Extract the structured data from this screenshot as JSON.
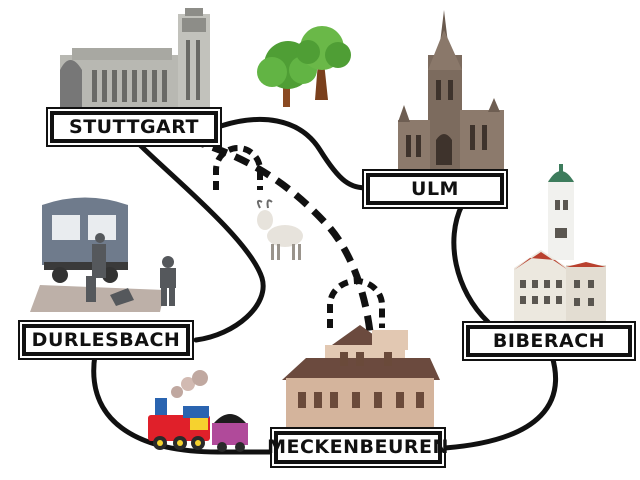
{
  "stations": {
    "stuttgart": "STUTTGART",
    "ulm": "ULM",
    "durlesbach": "DURLESBACH",
    "biberach": "BIBERACH",
    "meckenbeuren": "MECKENBEUREN"
  },
  "icons": [
    "trees-icon",
    "goat-icon",
    "tunnel-icon",
    "locomotive-icon",
    "railway-wagon-icon",
    "conductor-figure-icon"
  ],
  "colors": {
    "track": "#111111",
    "label_border": "#111111",
    "loco_red": "#e0202a",
    "wagon_purple": "#b04a9a",
    "tree_green": "#5aa83a"
  }
}
